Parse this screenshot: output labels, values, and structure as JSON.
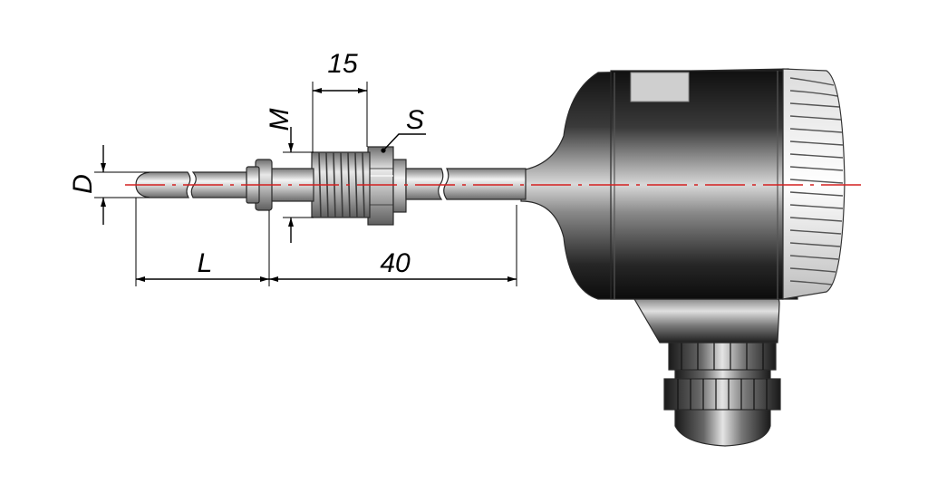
{
  "dimensions": {
    "diameter_label": "D",
    "length_label": "L",
    "offset_value": "40",
    "thread_label": "M",
    "thread_length_value": "15",
    "hex_label": "S"
  },
  "colors": {
    "centerline": "#d42020",
    "dimension_lines": "#000000",
    "head_body": "#1e1e1e",
    "metal": "#c8c8c8"
  }
}
